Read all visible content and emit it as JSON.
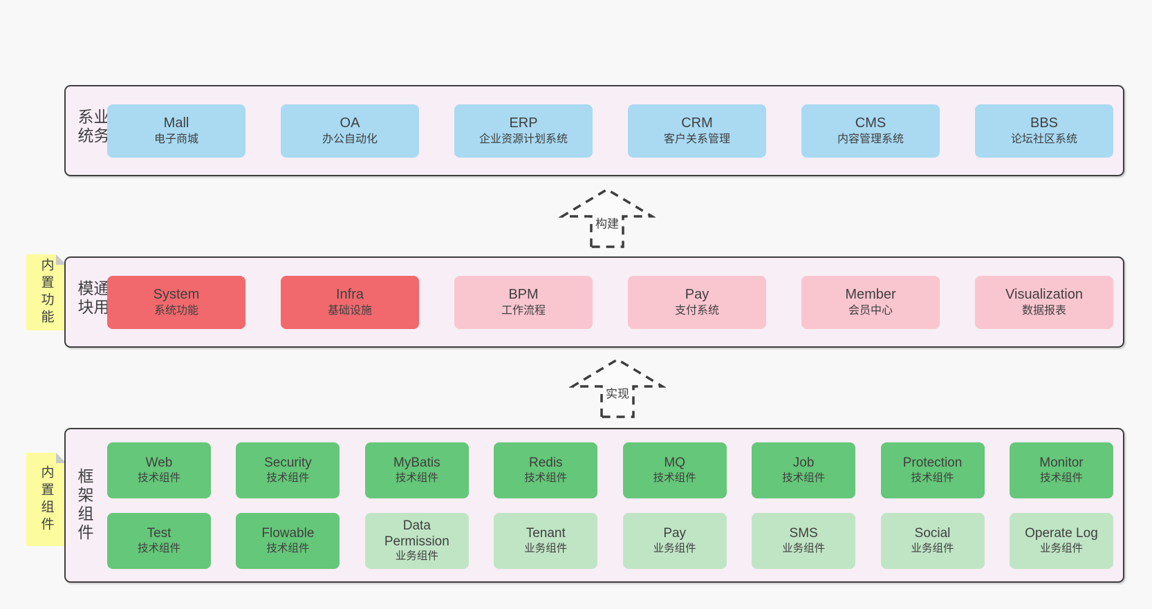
{
  "arrows": [
    {
      "label": "构建"
    },
    {
      "label": "实现"
    }
  ],
  "layers": [
    {
      "id": "business-systems",
      "label": "业务系统",
      "note": null,
      "boxes": [
        {
          "name": "Mall",
          "desc": "电子商城",
          "type": "blue"
        },
        {
          "name": "OA",
          "desc": "办公自动化",
          "type": "blue"
        },
        {
          "name": "ERP",
          "desc": "企业资源计划系统",
          "type": "blue"
        },
        {
          "name": "CRM",
          "desc": "客户关系管理",
          "type": "blue"
        },
        {
          "name": "CMS",
          "desc": "内容管理系统",
          "type": "blue"
        },
        {
          "name": "BBS",
          "desc": "论坛社区系统",
          "type": "blue"
        }
      ]
    },
    {
      "id": "common-modules",
      "label": "通用模块",
      "note": "内置功能",
      "boxes": [
        {
          "name": "System",
          "desc": "系统功能",
          "type": "red"
        },
        {
          "name": "Infra",
          "desc": "基础设施",
          "type": "red"
        },
        {
          "name": "BPM",
          "desc": "工作流程",
          "type": "pink"
        },
        {
          "name": "Pay",
          "desc": "支付系统",
          "type": "pink"
        },
        {
          "name": "Member",
          "desc": "会员中心",
          "type": "pink"
        },
        {
          "name": "Visualization",
          "desc": "数据报表",
          "type": "pink"
        }
      ]
    },
    {
      "id": "framework-components",
      "label": "框架组件",
      "note": "内置组件",
      "rows": [
        [
          {
            "name": "Web",
            "desc": "技术组件",
            "type": "green_dark"
          },
          {
            "name": "Security",
            "desc": "技术组件",
            "type": "green_dark"
          },
          {
            "name": "MyBatis",
            "desc": "技术组件",
            "type": "green_dark"
          },
          {
            "name": "Redis",
            "desc": "技术组件",
            "type": "green_dark"
          },
          {
            "name": "MQ",
            "desc": "技术组件",
            "type": "green_dark"
          },
          {
            "name": "Job",
            "desc": "技术组件",
            "type": "green_dark"
          },
          {
            "name": "Protection",
            "desc": "技术组件",
            "type": "green_dark"
          },
          {
            "name": "Monitor",
            "desc": "技术组件",
            "type": "green_dark"
          }
        ],
        [
          {
            "name": "Test",
            "desc": "技术组件",
            "type": "green_dark"
          },
          {
            "name": "Flowable",
            "desc": "技术组件",
            "type": "green_dark"
          },
          {
            "name": "Data Permission",
            "desc": "业务组件",
            "type": "green_light"
          },
          {
            "name": "Tenant",
            "desc": "业务组件",
            "type": "green_light"
          },
          {
            "name": "Pay",
            "desc": "业务组件",
            "type": "green_light"
          },
          {
            "name": "SMS",
            "desc": "业务组件",
            "type": "green_light"
          },
          {
            "name": "Social",
            "desc": "业务组件",
            "type": "green_light"
          },
          {
            "name": "Operate Log",
            "desc": "业务组件",
            "type": "green_light"
          }
        ]
      ]
    }
  ],
  "colors": {
    "page_bg": "#f8f8f8",
    "layer_bg": "#f8eef6",
    "border": "#3d3d3d",
    "text": "#3f3f3f",
    "blue": "#a9daf2",
    "red": "#f1696d",
    "pink": "#f9c6cf",
    "green_dark": "#65c779",
    "green_light": "#c0e5c5",
    "sticky": "#fcfc9f",
    "sticky_fold": "#c9c9c9",
    "arrow_fill": "#fbfbfb"
  }
}
